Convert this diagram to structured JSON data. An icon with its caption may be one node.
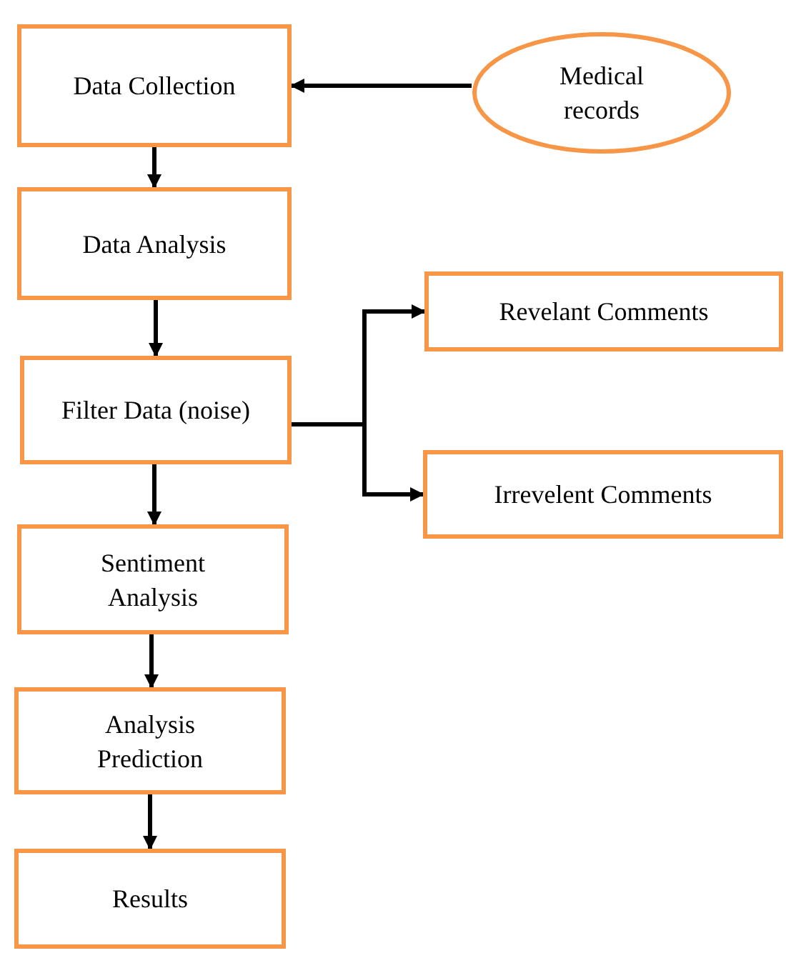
{
  "diagram": {
    "nodes": [
      {
        "text": [
          "Data Collection"
        ]
      },
      {
        "text": [
          "Medical records"
        ]
      },
      {
        "text": [
          "Data Analysis"
        ]
      },
      {
        "text": [
          "Filter Data (noise)"
        ]
      },
      {
        "text": [
          "Revelant Comments"
        ]
      },
      {
        "text": [
          "Irrevelent Comments"
        ]
      },
      {
        "text": [
          "Sentiment Analysis"
        ]
      },
      {
        "text": [
          "Analysis Prediction"
        ]
      },
      {
        "text": [
          "Results"
        ]
      }
    ],
    "edges": [
      {
        "from": 1,
        "to": 0,
        "arrow": "to"
      },
      {
        "from": 0,
        "to": 2,
        "arrow": "to"
      },
      {
        "from": 2,
        "to": 3,
        "arrow": "to"
      },
      {
        "from": 3,
        "to": 4,
        "arrow": "to"
      },
      {
        "from": 3,
        "to": 5,
        "arrow": "to"
      },
      {
        "from": 3,
        "to": 6,
        "arrow": "to"
      },
      {
        "from": 6,
        "to": 7,
        "arrow": "to"
      },
      {
        "from": 7,
        "to": 8,
        "arrow": "to"
      }
    ]
  }
}
